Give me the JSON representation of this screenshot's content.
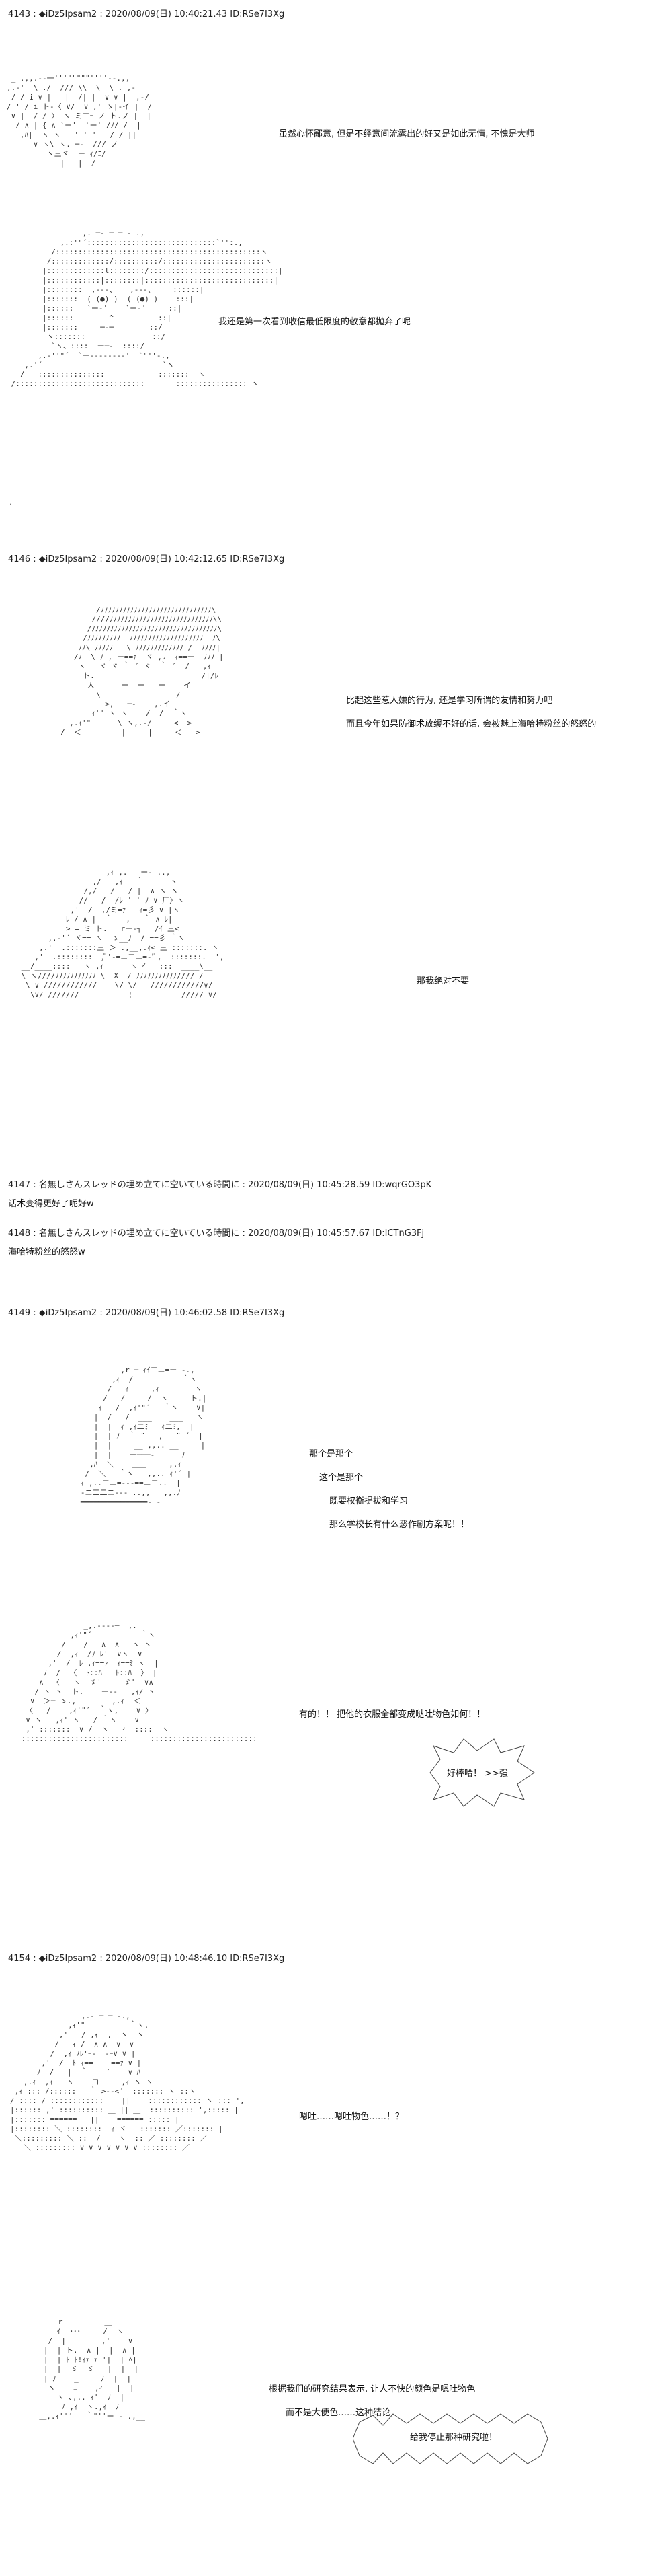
{
  "posts": [
    {
      "header": "4143 : ◆iDz5Ipsam2 : 2020/08/09(日) 10:40:21.43 ID:RSe7I3Xg",
      "lines": [
        "虽然心怀鄙意, 但是不经意间流露出的好又是如此无情, 不愧是大师",
        "我还是第一次看到收信最低限度的敬意都抛弃了呢"
      ]
    },
    {
      "header": "4146 : ◆iDz5Ipsam2 : 2020/08/09(日) 10:42:12.65 ID:RSe7I3Xg",
      "lines": [
        "比起这些惹人嫌的行为, 还是学习所谓的友情和努力吧",
        "而且今年如果防御术放缓不好的话, 会被魅上海哈特粉丝的怒怒的",
        "那我绝对不要"
      ]
    },
    {
      "header": "4147 : 名無しさんスレッドの埋め立てに空いている時間に : 2020/08/09(日) 10:45:28.59 ID:wqrGO3pK",
      "text": "话术变得更好了呢好w"
    },
    {
      "header": "4148 : 名無しさんスレッドの埋め立てに空いている時間に : 2020/08/09(日) 10:45:57.67 ID:ICTnG3Fj",
      "text": "海哈特粉丝的怒怒w"
    },
    {
      "header": "4149 : ◆iDz5Ipsam2 : 2020/08/09(日) 10:46:02.58 ID:RSe7I3Xg",
      "lines": [
        "那个是那个",
        "这个是那个",
        "既要权衡提拔和学习",
        "那么学校长有什么恶作剧方案呢！！",
        "有的！！ 把他的衣服全部变成哒吐物色如何！！",
        "好棒哈！ >>强"
      ]
    },
    {
      "header": "4154 : ◆iDz5Ipsam2 : 2020/08/09(日) 10:48:46.10 ID:RSe7I3Xg",
      "lines": [
        "嗯吐……嗯吐物色……！？",
        "根据我们的研究结果表示, 让人不快的颜色是嗯吐物色",
        "而不是大便色……这种结论",
        "给我停止那种研究啦！"
      ]
    }
  ]
}
